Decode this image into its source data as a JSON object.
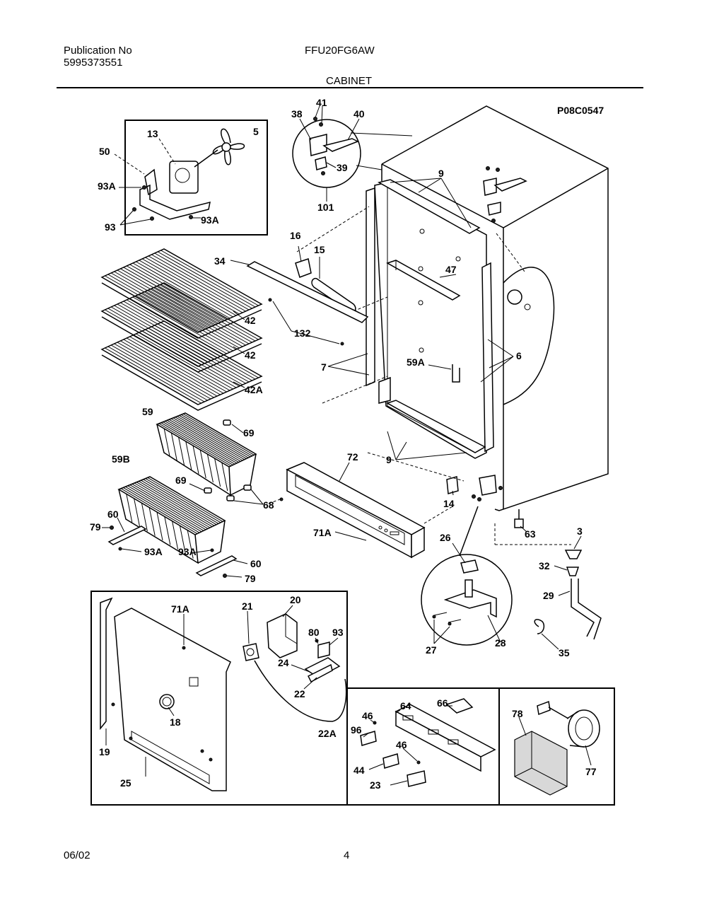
{
  "header": {
    "publication_label": "Publication No",
    "publication_number": "5995373551",
    "model": "FFU20FG6AW",
    "section": "CABINET",
    "drawing_code": "P08C0547"
  },
  "footer": {
    "date": "06/02",
    "page": "4"
  },
  "callouts": {
    "c5": "5",
    "c13": "13",
    "c50": "50",
    "c93a_1": "93A",
    "c93_1": "93",
    "c93a_2": "93A",
    "c41": "41",
    "c38": "38",
    "c40": "40",
    "c39": "39",
    "c101": "101",
    "c9_top": "9",
    "c16": "16",
    "c15": "15",
    "c34": "34",
    "c47": "47",
    "c42_1": "42",
    "c42_2": "42",
    "c42a": "42A",
    "c132": "132",
    "c7": "7",
    "c59a": "59A",
    "c6": "6",
    "c59": "59",
    "c69_1": "69",
    "c59b": "59B",
    "c69_2": "69",
    "c68": "68",
    "c72": "72",
    "c9_bot": "9",
    "c14": "14",
    "c60_1": "60",
    "c79_1": "79",
    "c93a_3": "93A",
    "c93a_4": "93A",
    "c60_2": "60",
    "c79_2": "79",
    "c71a_1": "71A",
    "c26": "26",
    "c63": "63",
    "c3": "3",
    "c32": "32",
    "c29": "29",
    "c27": "27",
    "c28": "28",
    "c35": "35",
    "c71a_2": "71A",
    "c21": "21",
    "c20": "20",
    "c80": "80",
    "c93_2": "93",
    "c24": "24",
    "c22": "22",
    "c22a": "22A",
    "c18": "18",
    "c19": "19",
    "c25": "25",
    "c46_1": "46",
    "c64": "64",
    "c66": "66",
    "c96": "96",
    "c46_2": "46",
    "c44": "44",
    "c23": "23",
    "c78": "78",
    "c77": "77"
  }
}
